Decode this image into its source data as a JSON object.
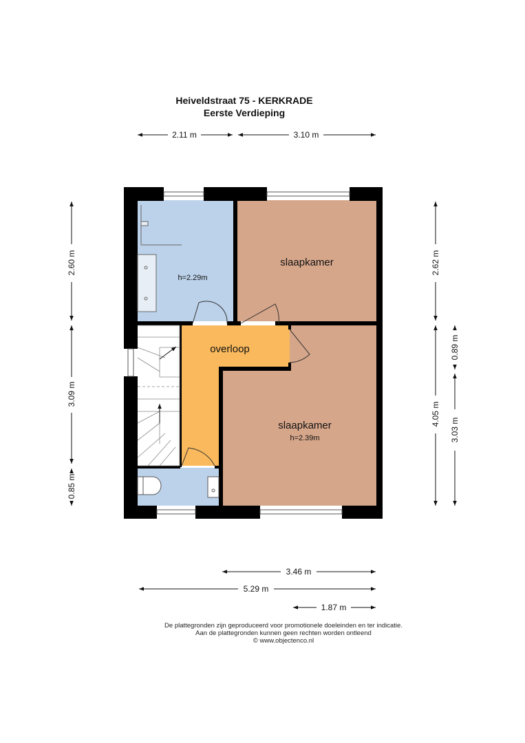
{
  "header": {
    "address": "Heiveldstraat 75 - KERKRADE",
    "floor": "Eerste Verdieping"
  },
  "rooms": {
    "bathroom_height": "h=2.29m",
    "bedroom_top": "slaapkamer",
    "landing": "overloop",
    "bedroom_bottom": "slaapkamer",
    "bedroom_bottom_height": "h=2.39m"
  },
  "dimensions": {
    "top_left": "2.11 m",
    "top_right": "3.10 m",
    "left_top": "2.60 m",
    "left_middle": "3.09 m",
    "left_bottom": "0.85 m",
    "right_top": "2.62 m",
    "right_bottom": "4.05 m",
    "right_outer_top": "0.89 m",
    "right_outer_bottom": "3.03 m",
    "bottom_right_room": "3.46 m",
    "bottom_total": "5.29 m",
    "bottom_small": "1.87 m"
  },
  "footer": {
    "line1": "De plattegronden zijn geproduceerd voor promotionele doeleinden en ter indicatie.",
    "line2": "Aan de plattegronden kunnen geen rechten worden ontleend",
    "line3": "© www.objectenco.nl"
  },
  "colors": {
    "bathroom": "#bcd2ea",
    "bedroom": "#d6a68a",
    "landing": "#f9b95c",
    "wall": "#000000"
  }
}
